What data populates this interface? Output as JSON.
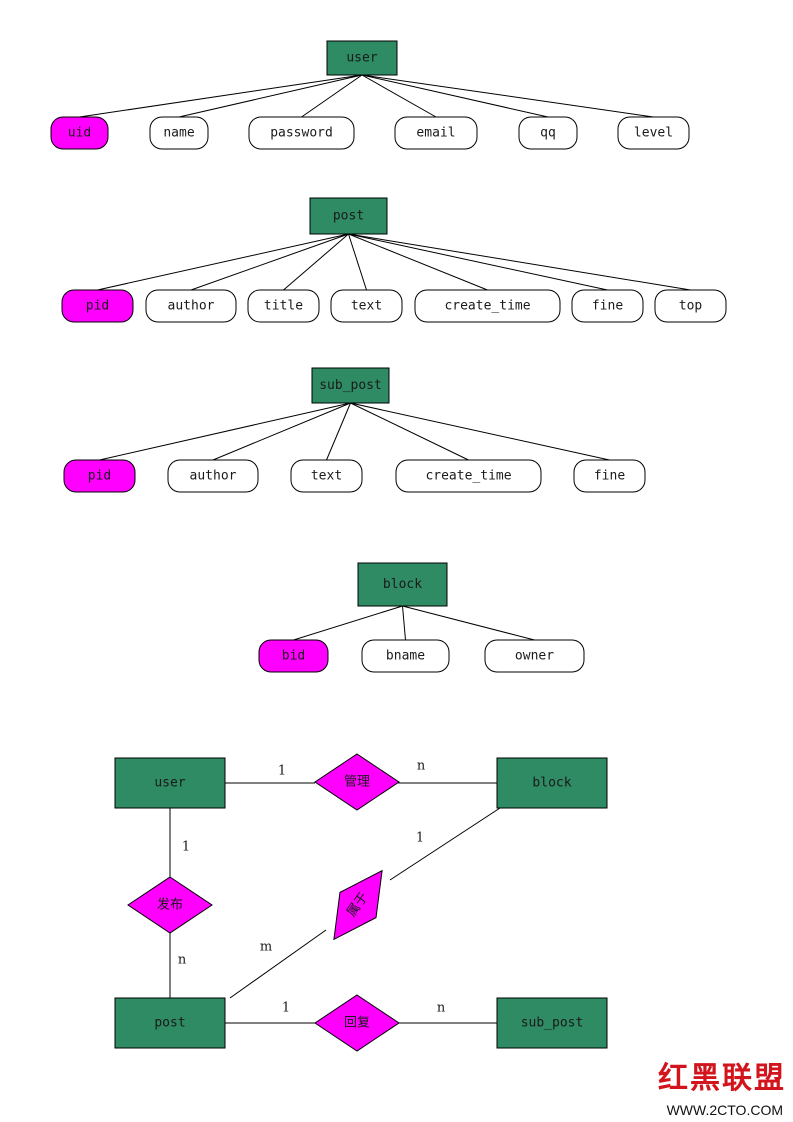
{
  "colors": {
    "entity_fill": "#2e8b64",
    "key_fill": "#ff00ff",
    "relation_fill": "#ff00ff",
    "attr_fill": "#ffffff",
    "line": "#000000"
  },
  "schemas": [
    {
      "entity": "user",
      "attributes": [
        "uid",
        "name",
        "password",
        "email",
        "qq",
        "level"
      ],
      "key": "uid"
    },
    {
      "entity": "post",
      "attributes": [
        "pid",
        "author",
        "title",
        "text",
        "create_time",
        "fine",
        "top"
      ],
      "key": "pid"
    },
    {
      "entity": "sub_post",
      "attributes": [
        "pid",
        "author",
        "text",
        "create_time",
        "fine"
      ],
      "key": "pid"
    },
    {
      "entity": "block",
      "attributes": [
        "bid",
        "bname",
        "owner"
      ],
      "key": "bid"
    }
  ],
  "er": {
    "entities": [
      "user",
      "block",
      "post",
      "sub_post"
    ],
    "relations": [
      "管理",
      "发布",
      "属于",
      "回复"
    ],
    "cardinalities": [
      "1",
      "n",
      "1",
      "n",
      "1",
      "m",
      "1",
      "n"
    ]
  },
  "watermark": {
    "text": "红黑联盟",
    "url": "WWW.2CTO.COM"
  }
}
